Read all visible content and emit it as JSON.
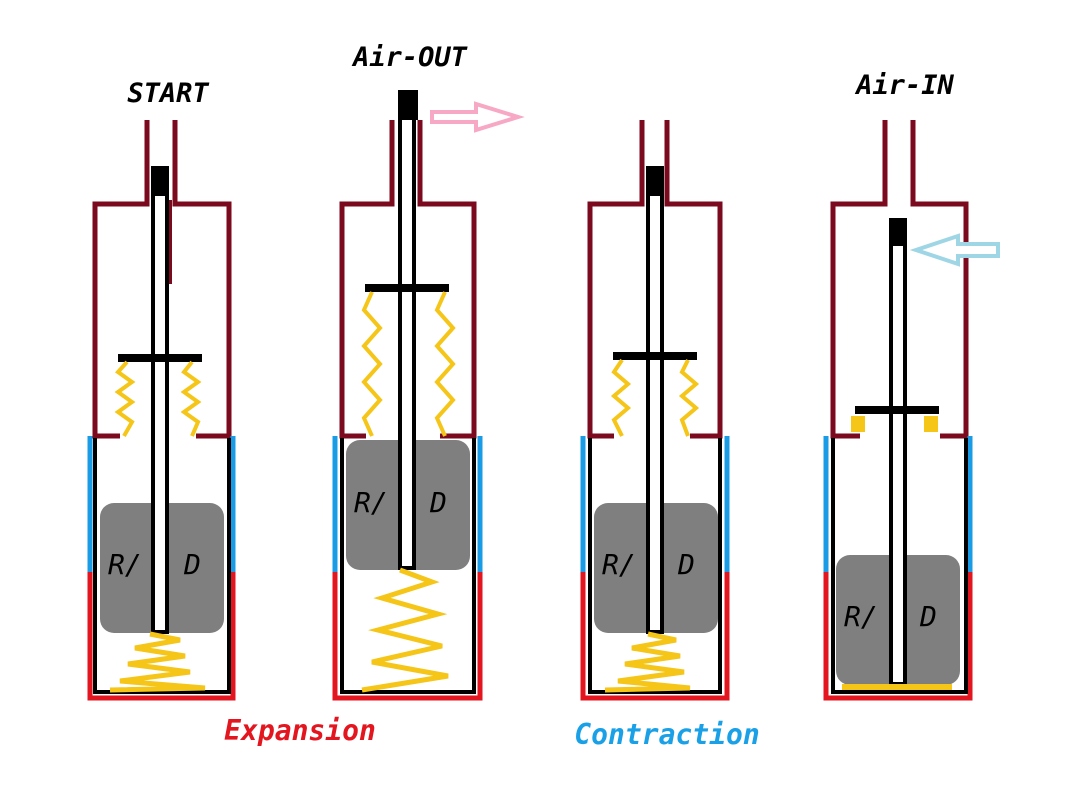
{
  "labels": {
    "start": "START",
    "air_out": "Air-OUT",
    "air_in": "Air-IN",
    "expansion": "Expansion",
    "contraction": "Contraction"
  },
  "mass": {
    "left": "R/",
    "right": "D"
  },
  "colors": {
    "housing": "#7b0a1e",
    "sleeve_blue": "#1a9be6",
    "sleeve_red": "#e3151f",
    "spring": "#f5c518",
    "mass": "#7f7f7f",
    "expansion_text": "#e3151f",
    "contraction_text": "#1aa0e6",
    "air_out_arrow": "#f7a8c4",
    "air_in_arrow": "#9fd6e6"
  }
}
